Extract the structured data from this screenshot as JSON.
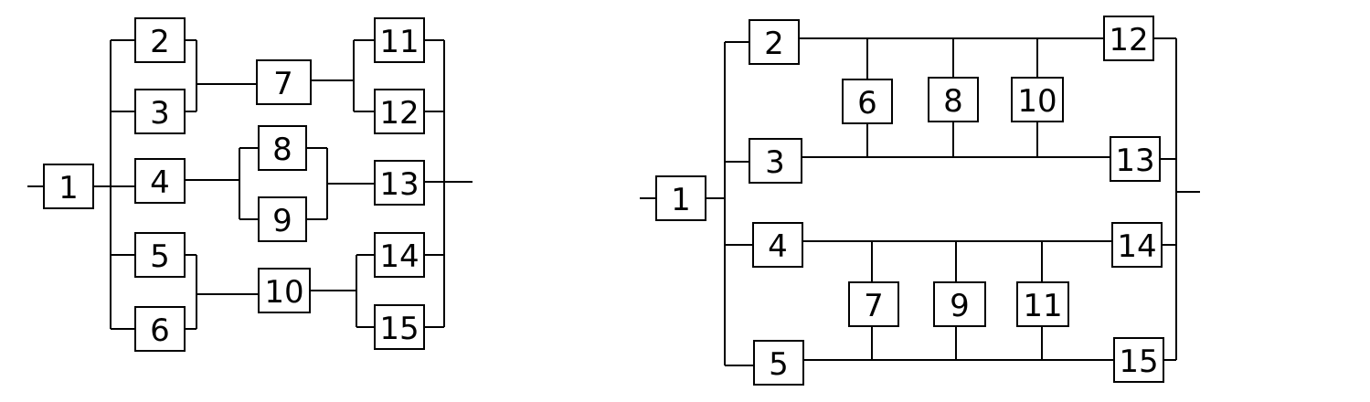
{
  "colors": {
    "line": "#000000",
    "background": "#ffffff"
  },
  "diagram_left": {
    "blocks": [
      "1",
      "2",
      "3",
      "4",
      "5",
      "6",
      "7",
      "8",
      "9",
      "10",
      "11",
      "12",
      "13",
      "14",
      "15"
    ]
  },
  "diagram_right": {
    "blocks": [
      "1",
      "2",
      "3",
      "4",
      "5",
      "6",
      "7",
      "8",
      "9",
      "10",
      "11",
      "12",
      "13",
      "14",
      "15"
    ]
  }
}
